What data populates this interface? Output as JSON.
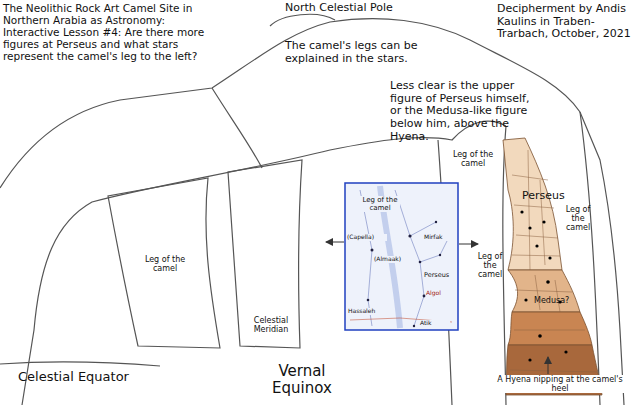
{
  "diagram": {
    "title": "The Neolithic Rock Art Camel Site in Northern Arabia as Astronomy: Interactive Lesson #4: Are there more figures at Perseus and what stars represent the camel's leg to the left?",
    "labels": [
      "North Celestial Pole",
      "Decipherment by Andis Kaulins in Traben-Trarbach, October, 2021",
      "The camel's legs can be explained in the stars.",
      "Less clear is the upper figure of Perseus himself, or the Medusa-like figure below him, above the Hyena.",
      "Leg of the camel",
      "Leg of the camel",
      "Leg of the camel",
      "Leg of the camel",
      "Leg of the camel",
      "Celestial Meridian",
      "Celestial Equator",
      "Vernal Equinox",
      "Perseus",
      "Medusa?",
      "A Hyena nipping at the camel's heel",
      "(Capella)",
      "(Almaak)",
      "Mirfak",
      "Perseus",
      "Algol",
      "Hassaleh",
      "Atik"
    ]
  }
}
